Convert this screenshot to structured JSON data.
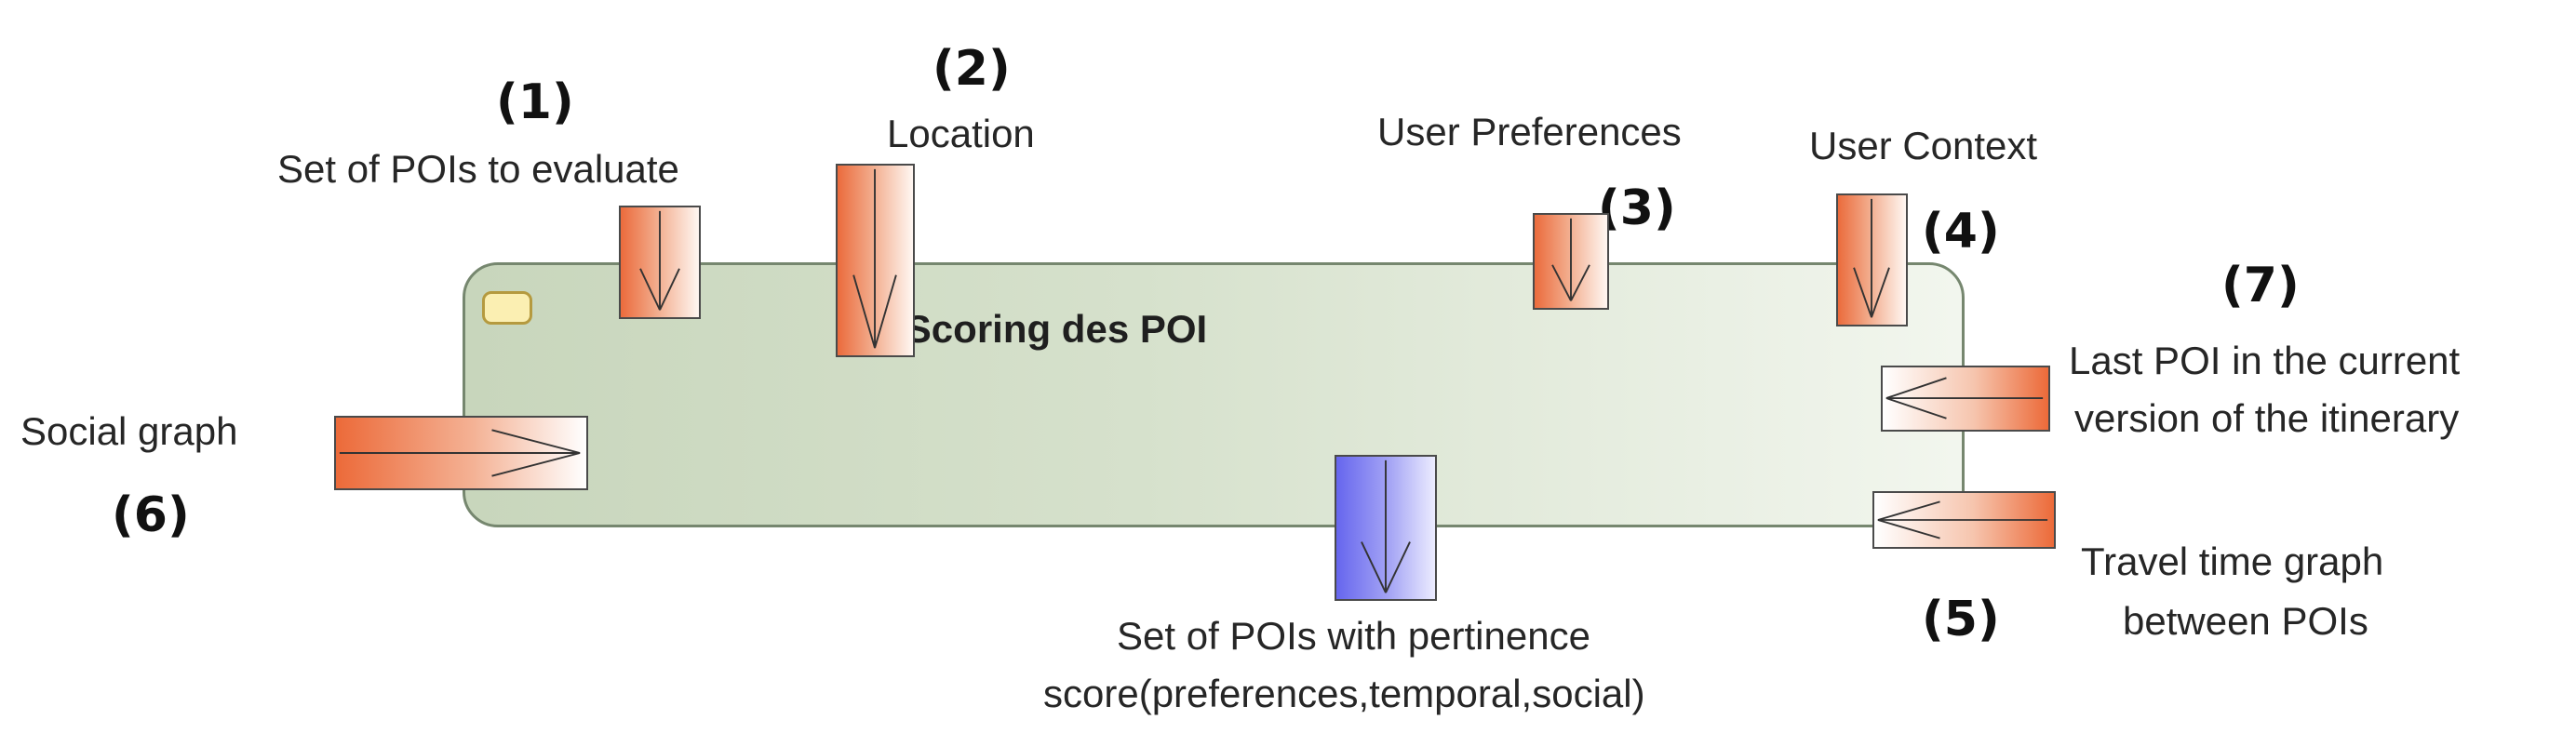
{
  "diagram": {
    "activity_title": "Scoring des POI",
    "pins": [
      {
        "id": "set-of-pois",
        "label": "Set of POIs to evaluate",
        "number": "(1)",
        "direction": "down",
        "color": "#eb6b3c"
      },
      {
        "id": "location",
        "label": "Location",
        "number": "(2)",
        "direction": "down",
        "color": "#eb6b3c"
      },
      {
        "id": "user-preferences",
        "label": "User Preferences",
        "number": "(3)",
        "direction": "down",
        "color": "#eb6b3c"
      },
      {
        "id": "user-context",
        "label": "User Context",
        "number": "(4)",
        "direction": "down",
        "color": "#eb6b3c"
      },
      {
        "id": "travel-time-graph",
        "label_lines": [
          "Travel time graph",
          "between POIs"
        ],
        "number": "(5)",
        "direction": "left",
        "color": "#eb6b3c"
      },
      {
        "id": "social-graph",
        "label": "Social graph",
        "number": "(6)",
        "direction": "right",
        "color": "#eb6b3c"
      },
      {
        "id": "last-poi",
        "label_lines": [
          "Last POI in the current",
          "version of the itinerary"
        ],
        "number": "(7)",
        "direction": "left",
        "color": "#eb6b3c"
      },
      {
        "id": "output-pois",
        "label_lines": [
          "Set of POIs with pertinence",
          "score(preferences,temporal,social)"
        ],
        "direction": "down",
        "color": "#6666ee"
      }
    ]
  }
}
